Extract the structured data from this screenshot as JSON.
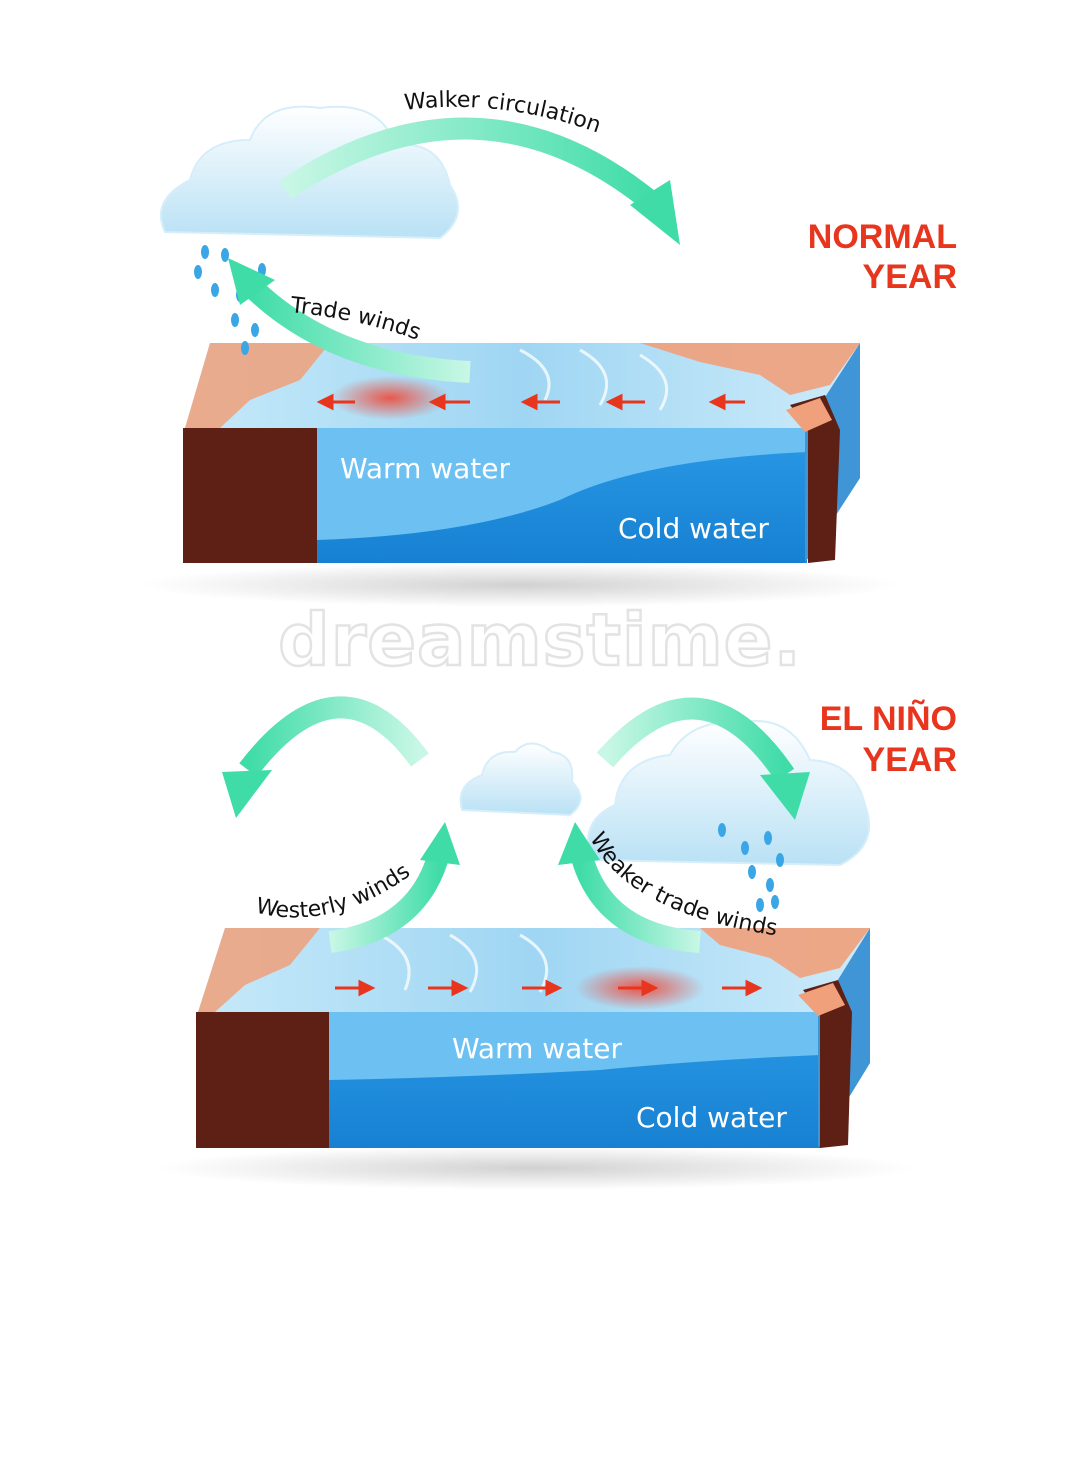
{
  "normal": {
    "title_line1": "NORMAL",
    "title_line2": "YEAR",
    "walker_label": "Walker circulation",
    "trade_label": "Trade winds",
    "warm_label": "Warm water",
    "cold_label": "Cold water"
  },
  "elnino": {
    "title_line1": "EL NIÑO",
    "title_line2": "YEAR",
    "westerly_label": "Westerly winds",
    "weaker_label": "Weaker trade winds",
    "warm_label": "Warm water",
    "cold_label": "Cold water"
  },
  "watermark": {
    "text": "dreamstime."
  },
  "colors": {
    "title": "#e8351e",
    "arrow": "#4fe0b0",
    "water_deep": "#1e8fe0",
    "water_warm": "#6cc0f2",
    "sea_surface": "#a9dcf5",
    "land": "#f0a07a",
    "cliff": "#5e1f14",
    "current_arrow": "#e8351e"
  }
}
